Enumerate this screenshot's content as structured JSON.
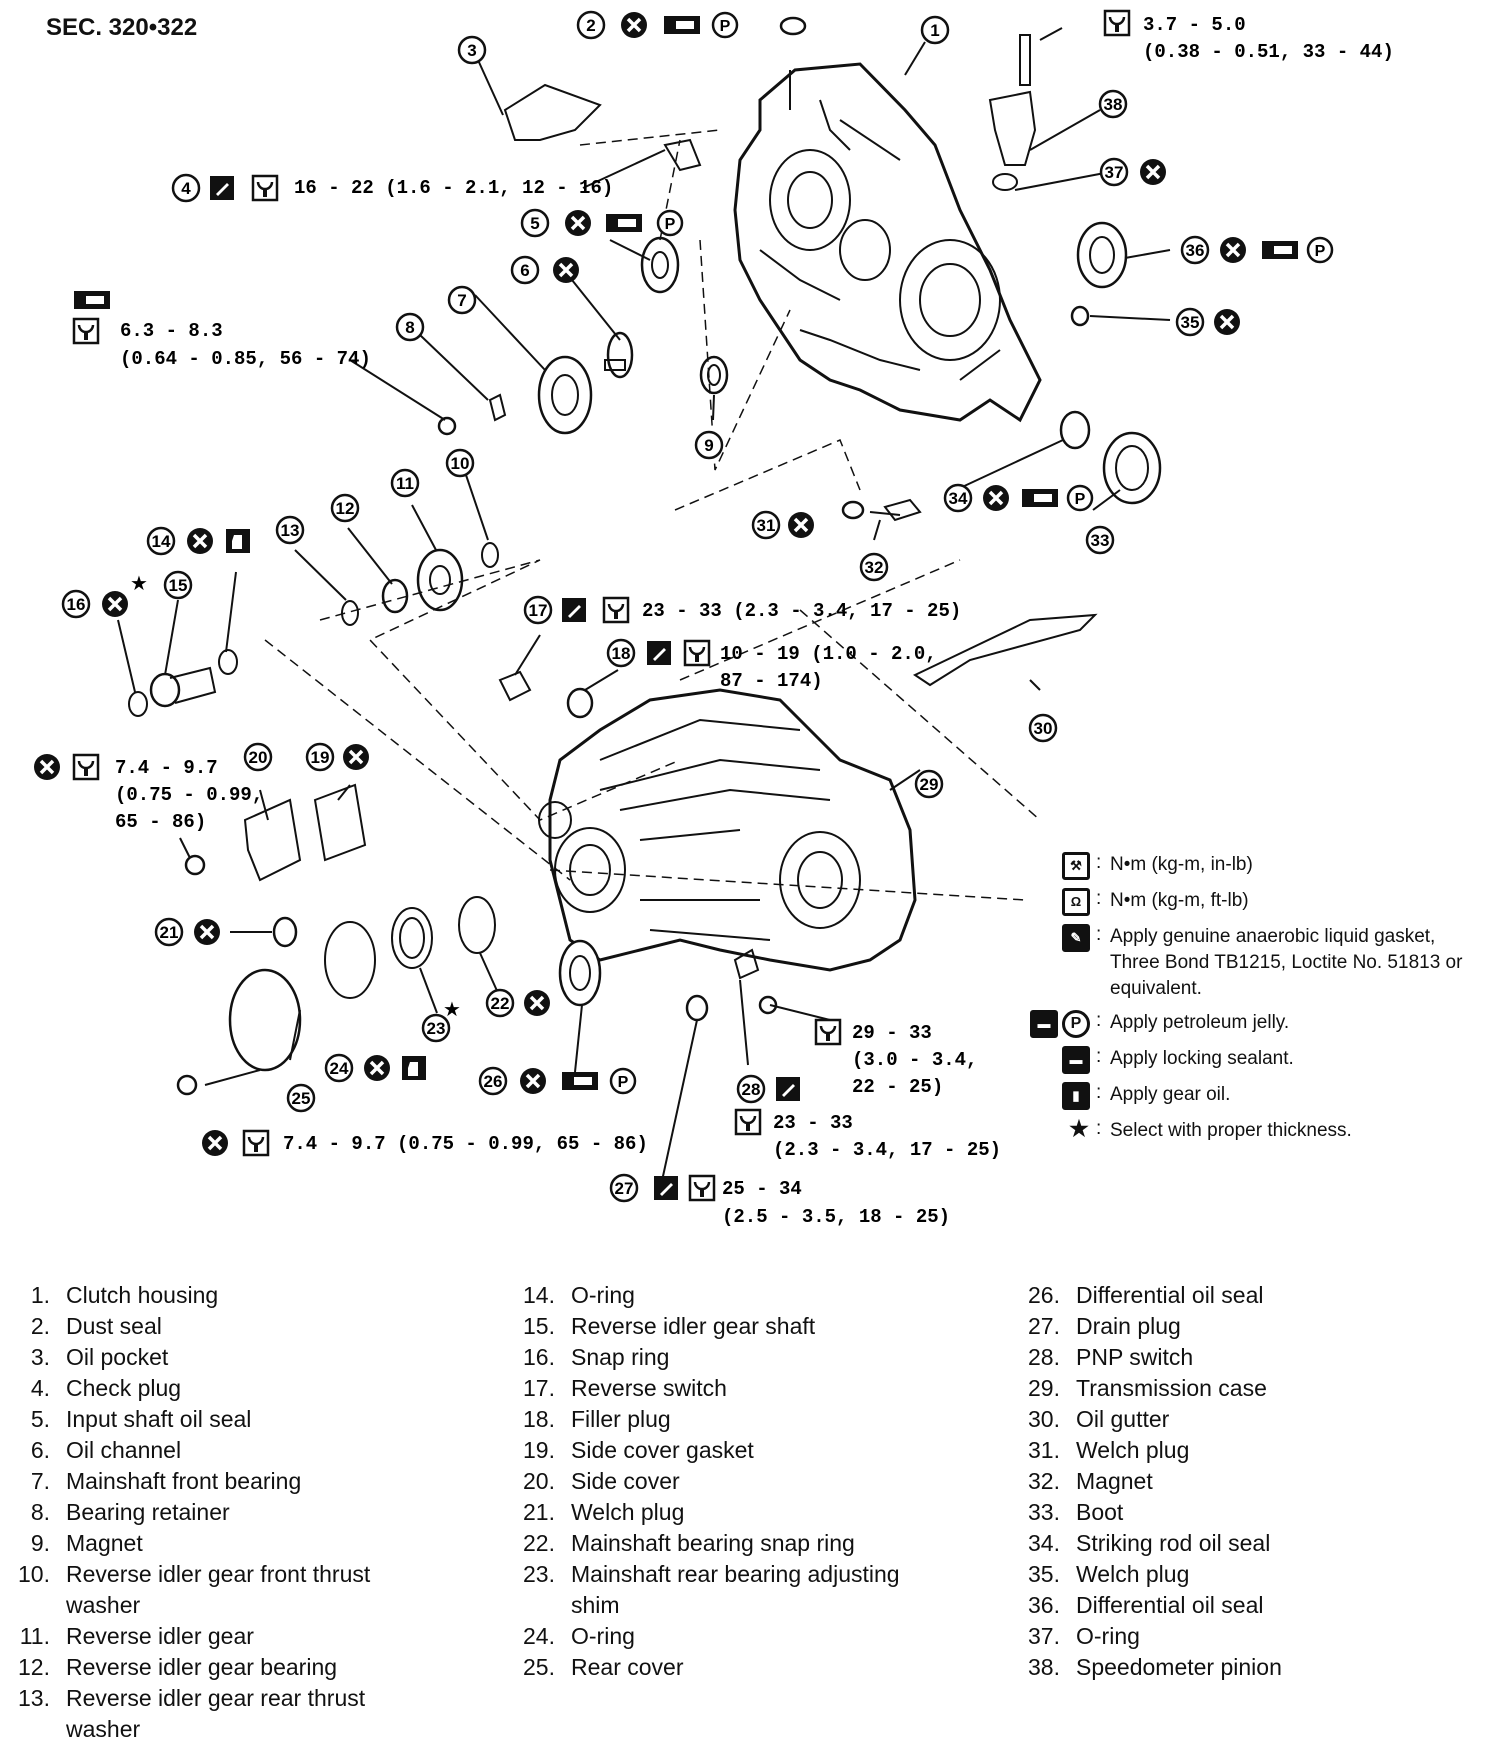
{
  "header": {
    "section": "SEC. 320•322"
  },
  "callout_texts": {
    "c38": [
      "3.7 - 5.0",
      "(0.38 - 0.51, 33 - 44)"
    ],
    "c4": "16 - 22 (1.6 - 2.1, 12 - 16)",
    "c8": [
      "6.3 - 8.3",
      "(0.64 - 0.85, 56 - 74)"
    ],
    "c17": "23 - 33 (2.3 - 3.4, 17 - 25)",
    "c18": [
      "10 - 19 (1.0 - 2.0,",
      "87 - 174)"
    ],
    "c20": [
      "7.4 - 9.7",
      "(0.75 - 0.99,",
      "65 - 86)"
    ],
    "c25": "7.4 - 9.7 (0.75 - 0.99, 65 - 86)",
    "c28a": [
      "29 - 33",
      "(3.0 - 3.4,",
      "22 - 25)"
    ],
    "c28b": [
      "23 - 33",
      "(2.3 - 3.4, 17 - 25)"
    ],
    "c27": [
      "25 - 34",
      "(2.5 - 3.5, 18 - 25)"
    ]
  },
  "legend": [
    {
      "symbols": [
        "torque-small"
      ],
      "text": "N•m (kg-m, in-lb)"
    },
    {
      "symbols": [
        "torque"
      ],
      "text": "N•m (kg-m, ft-lb)"
    },
    {
      "symbols": [
        "gasket"
      ],
      "text": "Apply genuine anaerobic liquid gasket, Three Bond TB1215, Loctite No. 51813 or equivalent."
    },
    {
      "symbols": [
        "grease",
        "P"
      ],
      "text": "Apply petroleum jelly."
    },
    {
      "symbols": [
        "sealant"
      ],
      "text": "Apply locking sealant."
    },
    {
      "symbols": [
        "oil"
      ],
      "text": "Apply gear oil."
    },
    {
      "symbols": [
        "star"
      ],
      "text": "Select with proper thickness."
    }
  ],
  "parts": [
    {
      "n": "1.",
      "name": "Clutch housing"
    },
    {
      "n": "2.",
      "name": "Dust seal"
    },
    {
      "n": "3.",
      "name": "Oil pocket"
    },
    {
      "n": "4.",
      "name": "Check plug"
    },
    {
      "n": "5.",
      "name": "Input shaft oil seal"
    },
    {
      "n": "6.",
      "name": "Oil channel"
    },
    {
      "n": "7.",
      "name": "Mainshaft front bearing"
    },
    {
      "n": "8.",
      "name": "Bearing retainer"
    },
    {
      "n": "9.",
      "name": "Magnet"
    },
    {
      "n": "10.",
      "name": "Reverse idler gear front thrust washer"
    },
    {
      "n": "11.",
      "name": "Reverse idler gear"
    },
    {
      "n": "12.",
      "name": "Reverse idler gear bearing"
    },
    {
      "n": "13.",
      "name": "Reverse idler gear rear thrust washer"
    },
    {
      "n": "14.",
      "name": "O-ring"
    },
    {
      "n": "15.",
      "name": "Reverse idler gear shaft"
    },
    {
      "n": "16.",
      "name": "Snap ring"
    },
    {
      "n": "17.",
      "name": "Reverse switch"
    },
    {
      "n": "18.",
      "name": "Filler plug"
    },
    {
      "n": "19.",
      "name": "Side cover gasket"
    },
    {
      "n": "20.",
      "name": "Side cover"
    },
    {
      "n": "21.",
      "name": "Welch plug"
    },
    {
      "n": "22.",
      "name": "Mainshaft bearing snap ring"
    },
    {
      "n": "23.",
      "name": "Mainshaft rear bearing adjusting shim"
    },
    {
      "n": "24.",
      "name": "O-ring"
    },
    {
      "n": "25.",
      "name": "Rear cover"
    },
    {
      "n": "26.",
      "name": "Differential oil seal"
    },
    {
      "n": "27.",
      "name": "Drain plug"
    },
    {
      "n": "28.",
      "name": "PNP switch"
    },
    {
      "n": "29.",
      "name": "Transmission case"
    },
    {
      "n": "30.",
      "name": "Oil gutter"
    },
    {
      "n": "31.",
      "name": "Welch plug"
    },
    {
      "n": "32.",
      "name": "Magnet"
    },
    {
      "n": "33.",
      "name": "Boot"
    },
    {
      "n": "34.",
      "name": "Striking rod oil seal"
    },
    {
      "n": "35.",
      "name": "Welch plug"
    },
    {
      "n": "36.",
      "name": "Differential oil seal"
    },
    {
      "n": "37.",
      "name": "O-ring"
    },
    {
      "n": "38.",
      "name": "Speedometer pinion"
    }
  ]
}
